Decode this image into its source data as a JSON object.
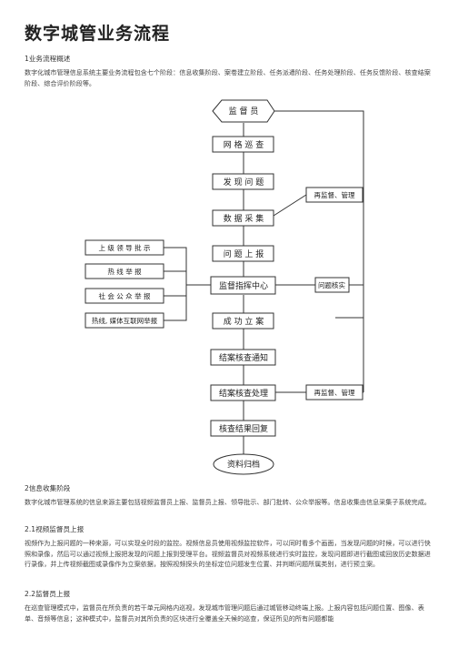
{
  "title": "数字城管业务流程",
  "section1": {
    "heading": "1业务流程概述",
    "body": "数字化城市管理信息系统主要业务流程包含七个阶段：信息收集阶段、案卷建立阶段、任务派遣阶段、任务处理阶段、任务反馈阶段、核查结案阶段、综合评价阶段等。"
  },
  "flowchart": {
    "start": "监 督 员",
    "steps": [
      "网 格 巡 查",
      "发 现 问 题",
      "数 据 采 集",
      "问 题 上 报",
      "监督指挥中心",
      "成 功 立 案",
      "结案核查通知",
      "结案核查处理",
      "核查结果回复"
    ],
    "end": "资料归档",
    "side_right": [
      "再监督、管理",
      "问题核实",
      "再监督、管理"
    ],
    "side_left": [
      "上 级 领 导 批 示",
      "热 线 举 报",
      "社 会 公 众 举 报",
      "热线, 媒体互联网举报"
    ]
  },
  "section2": {
    "heading": "2信息收集阶段",
    "body": "数字化城市管理系统的信息来源主要包括视频监督员上报、监督员上报、领导批示、部门批转、公众举报等。信息收集由信息采集子系统完成。"
  },
  "section21": {
    "heading": "2.1视频监督员上报",
    "body": "视频作为上报问题的一种来源，可以实现全时段的监控。视频信息员使用视频监控软件，可以同时看多个画面，当发现问题的时候，可以进行快照和录像，然后可以通过视频上报把发现的问题上报到受理平台。视频监督员对视频系统进行实时监控，发现问题即进行截图或回放历史数据进行录像，并上传视频截图或录像作为立案依据，按照视频探头的坐标定位问题发生位置、并判断问题所属类别，进行预立案。"
  },
  "section22": {
    "heading": "2.2监督员上报",
    "body": "在巡查管理模式中，监督员在所负责的若干单元网格内巡视，发现城市管理问题后通过城管移动终端上报。上报内容包括问题位置、图像、表单、音频等信息；这种模式中，监督员对其所负责的区块进行全覆盖全天候的巡查，保证所见的所有问题都能"
  }
}
